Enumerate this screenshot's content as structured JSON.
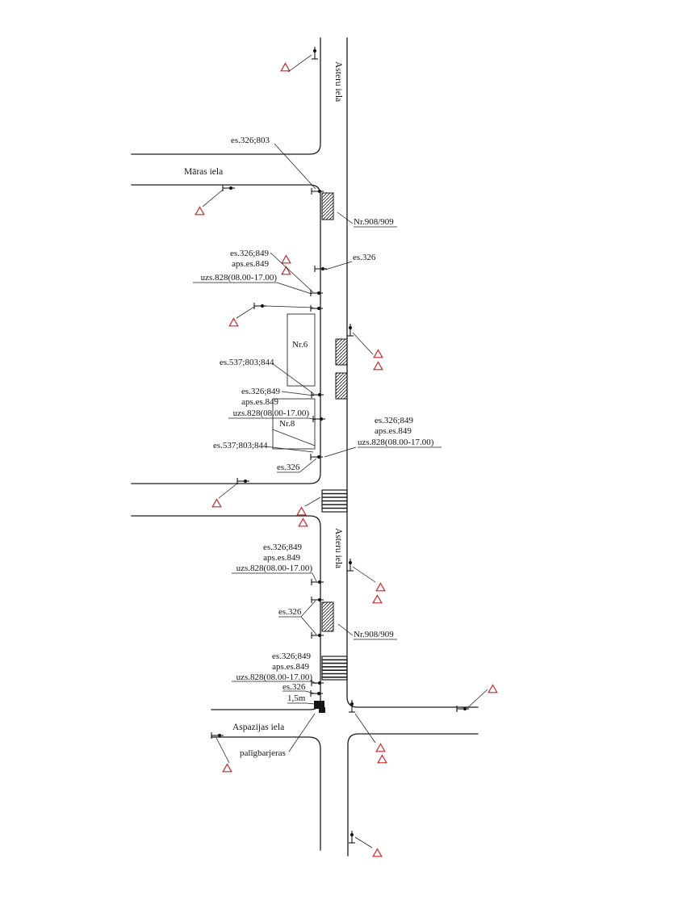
{
  "streets": {
    "asteru": "Asteru iela",
    "maras": "Māras iela",
    "aspazijas": "Aspazijas iela"
  },
  "labels": {
    "es326_803": "es.326;803",
    "nr908": "Nr.908/909",
    "es326": "es.326",
    "es326_849": "es.326;849",
    "aps_es849": "aps.es.849",
    "uzs828": "uzs.828(08.00-17.00)",
    "es537": "es.537;803;844",
    "nr6": "Nr.6",
    "nr8": "Nr.8",
    "dim_1_5m": "1,5m",
    "paligbarjeras": "palīgbarjeras"
  },
  "icons": {
    "warning_triangle": "red warning triangle marker",
    "sign_post": "traffic sign post marker"
  },
  "colors": {
    "ink": "#1c1c1c",
    "warning_red": "#c62828",
    "paper": "#ffffff"
  }
}
